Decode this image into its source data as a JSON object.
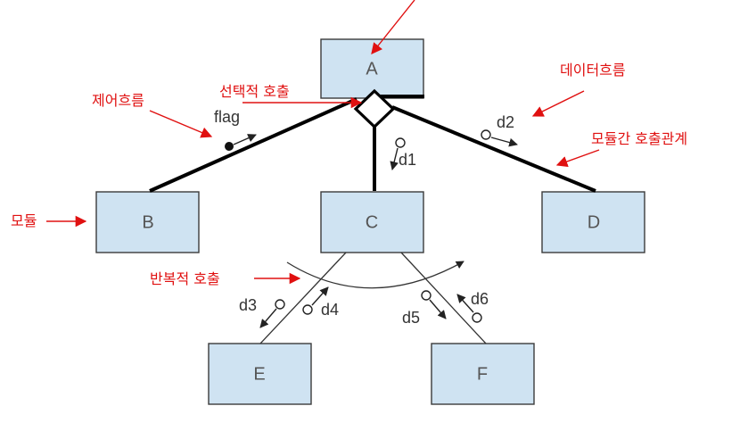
{
  "modules": {
    "A": "A",
    "B": "B",
    "C": "C",
    "D": "D",
    "E": "E",
    "F": "F"
  },
  "flags": {
    "flag": "flag",
    "d1": "d1",
    "d2": "d2",
    "d3": "d3",
    "d4": "d4",
    "d5": "d5",
    "d6": "d6"
  },
  "annotations": {
    "control_flow": "제어흐름",
    "selective_call": "선택적 호출",
    "data_flow": "데이터흐름",
    "call_relation": "모듈간 호출관계",
    "module": "모듈",
    "iterative_call": "반복적 호출"
  },
  "colors": {
    "module_fill": "#cfe3f2",
    "annotation": "#e01010",
    "line": "#000000"
  }
}
